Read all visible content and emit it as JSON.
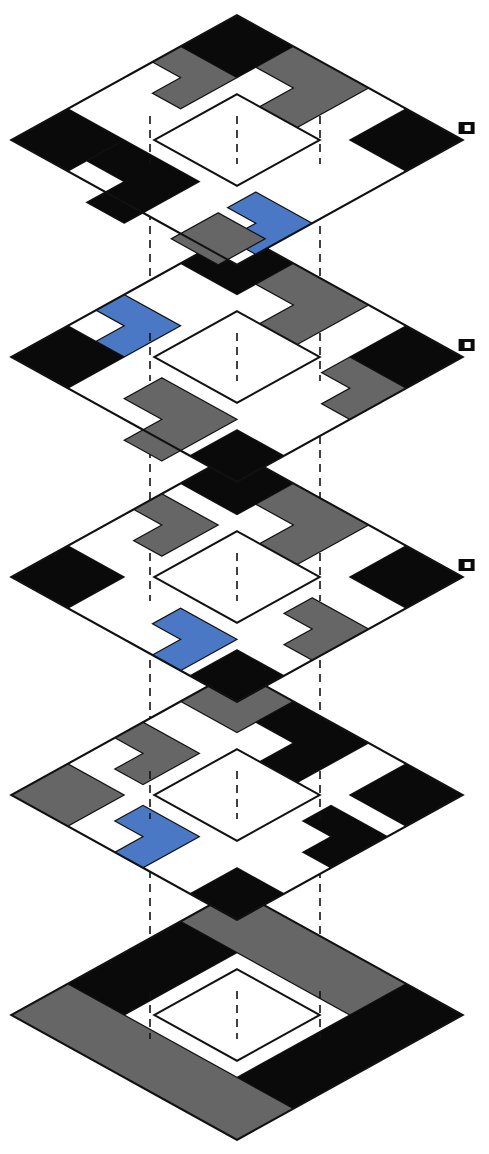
{
  "diagram": {
    "kind": "isometric-layer-stack",
    "view": "exploded",
    "layer_count": 5,
    "background": "#ffffff",
    "palette": {
      "black": "#0a0a0a",
      "gray": "#666666",
      "white": "#ffffff",
      "blue": "#4a78c4",
      "outline": "#111111",
      "guide": "#111111"
    },
    "layers": [
      {
        "id": "layer-1",
        "corner_mark": true,
        "has_blue_piece": true
      },
      {
        "id": "layer-2",
        "corner_mark": true,
        "has_blue_piece": true
      },
      {
        "id": "layer-3",
        "corner_mark": true,
        "has_blue_piece": true
      },
      {
        "id": "layer-4",
        "corner_mark": false,
        "has_blue_piece": true
      },
      {
        "id": "layer-5",
        "corner_mark": false,
        "has_blue_piece": false,
        "pattern": "base-stripes"
      }
    ]
  }
}
